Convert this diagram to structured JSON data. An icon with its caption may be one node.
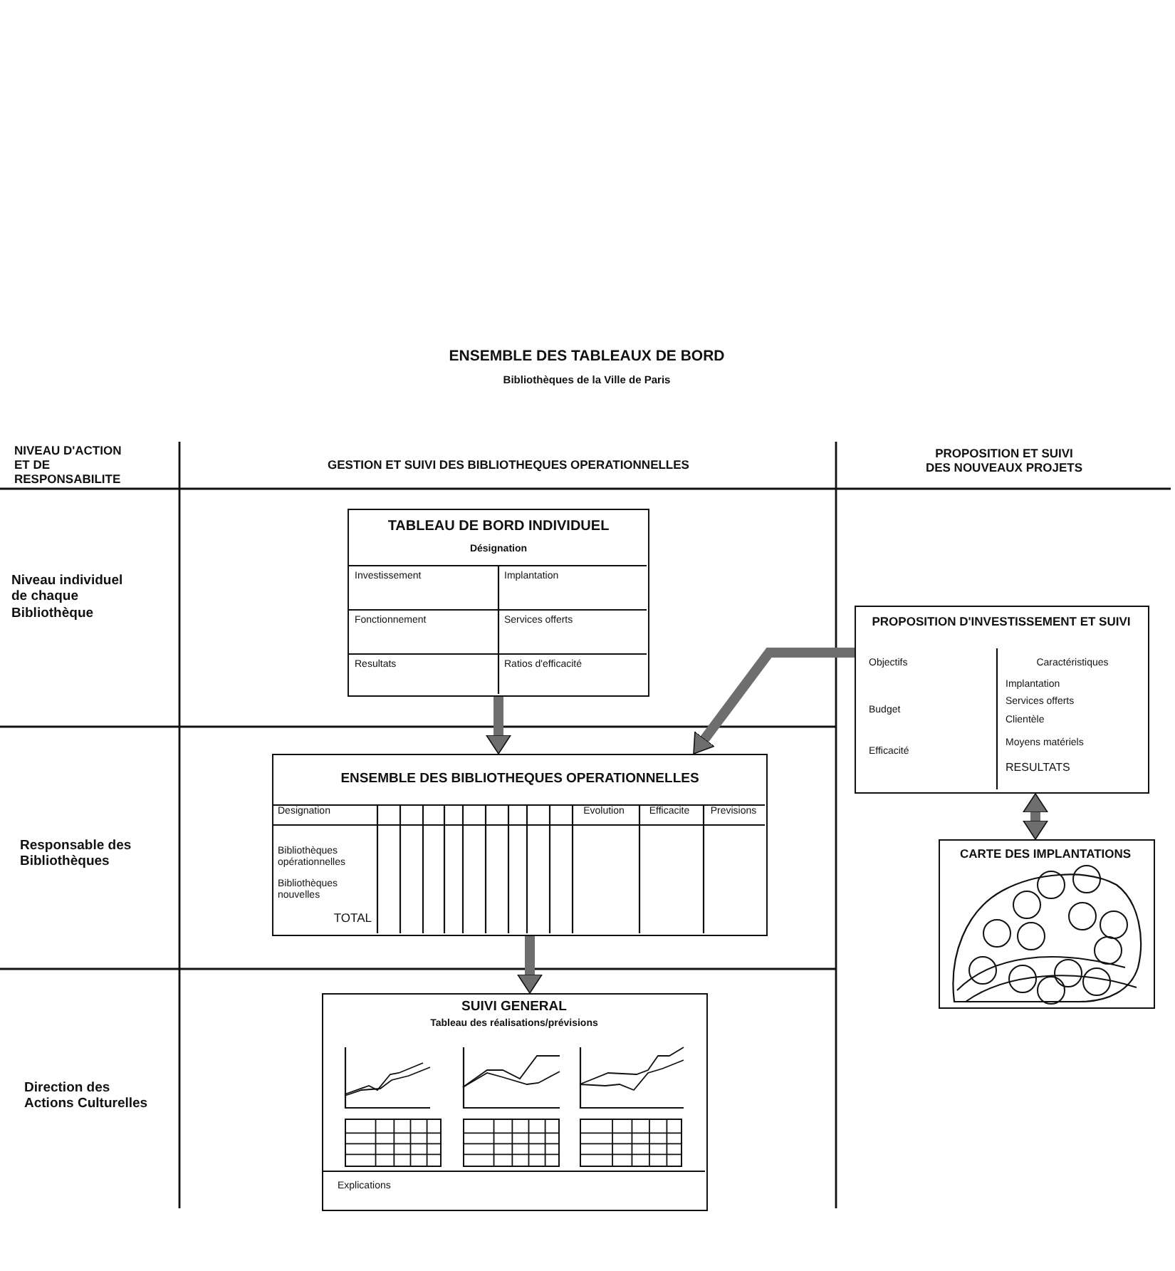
{
  "diagram": {
    "title": "ENSEMBLE DES TABLEAUX DE BORD",
    "nodes": [
      {
        "text": [
          "TABLEAU DE BORD INDIVIDUEL",
          "Désignation",
          "Investissement",
          "Implantation",
          "Fonctionnement",
          "Services offerts",
          "Resultats",
          "Ratios d'efficacité"
        ]
      },
      {
        "text": [
          "PROPOSITION D'INVESTISSEMENT ET SUIVI",
          "Objectifs",
          "Budget",
          "Efficacité",
          "Caractéristiques",
          "Implantation",
          "Services offerts",
          "Clientèle",
          "Moyens matériels",
          "RESULTATS"
        ]
      },
      {
        "text": [
          "ENSEMBLE DES BIBLIOTHEQUES OPERATIONNELLES",
          "Designation",
          "Evolution",
          "Efficacite",
          "Previsions",
          "Bibliothèques opérationnelles",
          "Bibliothèques nouvelles",
          "TOTAL"
        ]
      },
      {
        "text": [
          "CARTE DES IMPLANTATIONS"
        ]
      },
      {
        "text": [
          "SUIVI GENERAL",
          "Tableau des réalisations/prévisions",
          "Explications"
        ]
      }
    ],
    "edges": [
      {
        "from": 0,
        "to": 2,
        "arrow": "to"
      },
      {
        "from": 1,
        "to": 2,
        "arrow": "to"
      },
      {
        "from": 1,
        "to": 3,
        "arrow": "both"
      },
      {
        "from": 2,
        "to": 4,
        "arrow": "to"
      }
    ],
    "labels": [
      "Bibliothèques de la Ville de Paris",
      "NIVEAU D'ACTION ET DE RESPONSABILITE",
      "GESTION ET SUIVI DES BIBLIOTHEQUES OPERATIONNELLES",
      "PROPOSITION ET SUIVI DES NOUVEAUX PROJETS",
      "Niveau individuel de chaque Bibliothèque",
      "Responsable des Bibliothèques",
      "Direction des Actions Culturelles"
    ]
  }
}
